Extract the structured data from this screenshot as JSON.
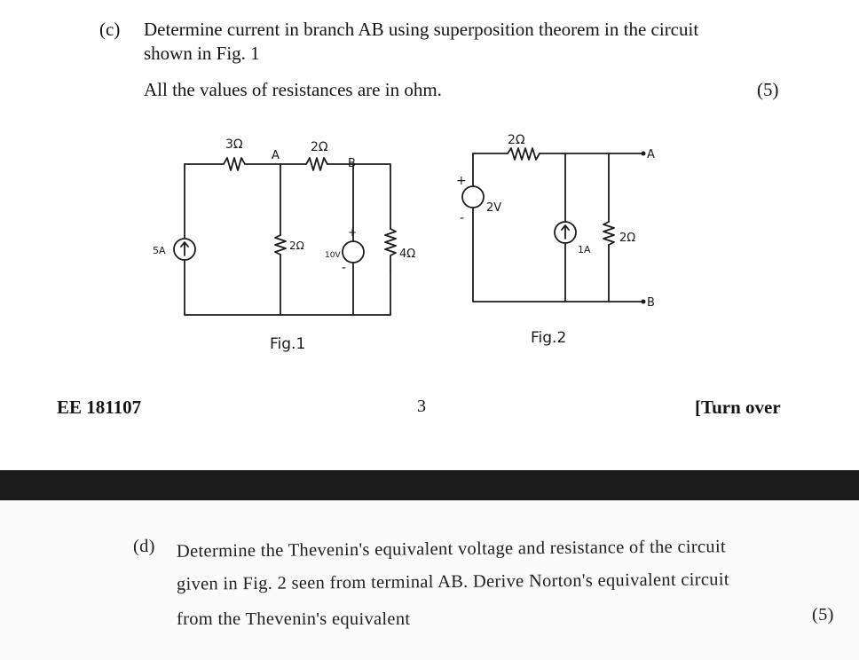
{
  "question_c": {
    "label": "(c)",
    "line1": "Determine current in branch AB using superposition theorem in the circuit",
    "line2": "shown in Fig. 1",
    "line3": "All the values of resistances are in ohm.",
    "marks": "(5)"
  },
  "fig1": {
    "r1": "3Ω",
    "node_a": "A",
    "r_ab": "2Ω",
    "node_b": "B",
    "current_source": "5A",
    "r_mid": "2Ω",
    "voltage_source": "10V",
    "r_right": "4Ω",
    "caption": "Fig.1",
    "plus": "+",
    "minus": "-"
  },
  "fig2": {
    "r_top": "2Ω",
    "voltage_source": "2V",
    "current_source": "1A",
    "r_shunt": "2Ω",
    "terminal_a": "A",
    "terminal_b": "B",
    "caption": "Fig.2",
    "plus": "+",
    "minus": "-"
  },
  "footer": {
    "code": "EE 181107",
    "page": "3",
    "turn_over": "[Turn over"
  },
  "question_d": {
    "label": "(d)",
    "line1": "Determine the Thevenin's equivalent voltage and resistance of the circuit",
    "line2": "given in Fig. 2 seen from terminal AB. Derive Norton's equivalent circuit",
    "line3": "from the Thevenin's equivalent",
    "marks": "(5)"
  }
}
